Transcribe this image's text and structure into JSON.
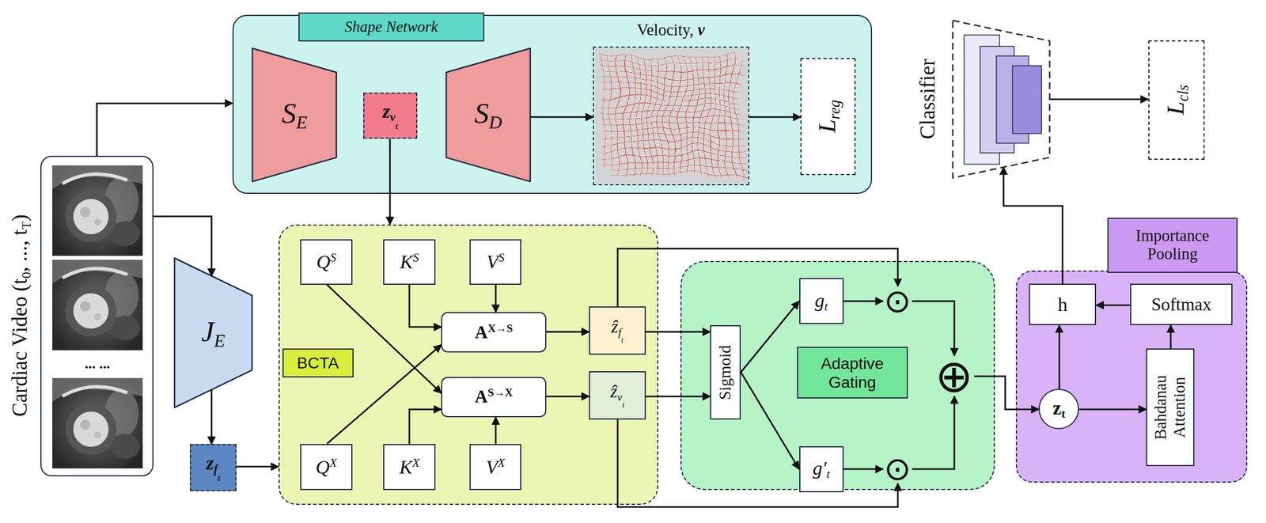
{
  "diagram": {
    "nodes": [
      {
        "text": [
          "Shape Network"
        ]
      },
      {
        "text": [
          "SE"
        ],
        "in": 0
      },
      {
        "text": [
          "zvt"
        ],
        "in": 0
      },
      {
        "text": [
          "SD"
        ],
        "in": 0
      },
      {
        "text": [
          "Velocity, v"
        ],
        "in": 0
      },
      {
        "text": [
          "Lreg"
        ],
        "in": 0
      },
      {
        "text": [
          "Classifier"
        ]
      },
      {
        "text": [
          "Lcls"
        ]
      },
      {
        "text": [
          "Cardiac Video (t0, ..., tT)",
          "... ..."
        ]
      },
      {
        "text": [
          "JE"
        ]
      },
      {
        "text": [
          "zft"
        ]
      },
      {
        "text": [
          "BCTA"
        ]
      },
      {
        "text": [
          "QS"
        ],
        "in": 11
      },
      {
        "text": [
          "KS"
        ],
        "in": 11
      },
      {
        "text": [
          "VS"
        ],
        "in": 11
      },
      {
        "text": [
          "AX→S"
        ],
        "in": 11
      },
      {
        "text": [
          "ẑft"
        ],
        "in": 11
      },
      {
        "text": [
          "AS→X"
        ],
        "in": 11
      },
      {
        "text": [
          "ẑvt"
        ],
        "in": 11
      },
      {
        "text": [
          "QX"
        ],
        "in": 11
      },
      {
        "text": [
          "KX"
        ],
        "in": 11
      },
      {
        "text": [
          "VX"
        ],
        "in": 11
      },
      {
        "text": [
          "Adaptive Gating"
        ]
      },
      {
        "text": [
          "Sigmoid"
        ],
        "in": 22
      },
      {
        "text": [
          "gt"
        ],
        "in": 22
      },
      {
        "text": [
          "⊙"
        ],
        "in": 22
      },
      {
        "text": [
          "g′t"
        ],
        "in": 22
      },
      {
        "text": [
          "⊙"
        ],
        "in": 22
      },
      {
        "text": [
          "⊕"
        ],
        "in": 22
      },
      {
        "text": [
          "Importance Pooling"
        ]
      },
      {
        "text": [
          "h"
        ],
        "in": 29
      },
      {
        "text": [
          "Softmax"
        ],
        "in": 29
      },
      {
        "text": [
          "zt"
        ],
        "in": 29
      },
      {
        "text": [
          "Bahdanau Attention"
        ],
        "in": 29
      }
    ],
    "edges": [
      {
        "from": 8,
        "to": 0,
        "arrow": "to"
      },
      {
        "from": 8,
        "to": 9,
        "arrow": "to"
      },
      {
        "from": 9,
        "to": 10,
        "arrow": "to"
      },
      {
        "from": 10,
        "to": 11,
        "arrow": "to"
      },
      {
        "from": 3,
        "to": 4,
        "arrow": "to"
      },
      {
        "from": 4,
        "to": 5,
        "arrow": "to"
      },
      {
        "from": 2,
        "to": 11,
        "arrow": "to"
      },
      {
        "from": 12,
        "to": 17,
        "arrow": "to"
      },
      {
        "from": 19,
        "to": 15,
        "arrow": "to"
      },
      {
        "from": 13,
        "to": 15,
        "arrow": "to"
      },
      {
        "from": 14,
        "to": 15,
        "arrow": "to"
      },
      {
        "from": 20,
        "to": 17,
        "arrow": "to"
      },
      {
        "from": 21,
        "to": 17,
        "arrow": "to"
      },
      {
        "from": 15,
        "to": 16,
        "arrow": "to"
      },
      {
        "from": 17,
        "to": 18,
        "arrow": "to"
      },
      {
        "from": 16,
        "to": 23,
        "arrow": "to"
      },
      {
        "from": 18,
        "to": 23,
        "arrow": "to"
      },
      {
        "from": 23,
        "to": 24,
        "arrow": "to"
      },
      {
        "from": 23,
        "to": 26,
        "arrow": "to"
      },
      {
        "from": 24,
        "to": 25,
        "arrow": "to"
      },
      {
        "from": 26,
        "to": 27,
        "arrow": "to"
      },
      {
        "from": 16,
        "to": 25,
        "arrow": "to"
      },
      {
        "from": 18,
        "to": 27,
        "arrow": "to"
      },
      {
        "from": 25,
        "to": 28,
        "arrow": "to"
      },
      {
        "from": 27,
        "to": 28,
        "arrow": "to"
      },
      {
        "from": 28,
        "to": 32,
        "arrow": "to"
      },
      {
        "from": 32,
        "to": 30,
        "arrow": "to"
      },
      {
        "from": 32,
        "to": 33,
        "arrow": "to"
      },
      {
        "from": 33,
        "to": 31,
        "arrow": "to"
      },
      {
        "from": 31,
        "to": 30,
        "arrow": "to"
      },
      {
        "from": 30,
        "to": 6,
        "arrow": "to"
      },
      {
        "from": 6,
        "to": 7,
        "arrow": "to"
      }
    ]
  }
}
